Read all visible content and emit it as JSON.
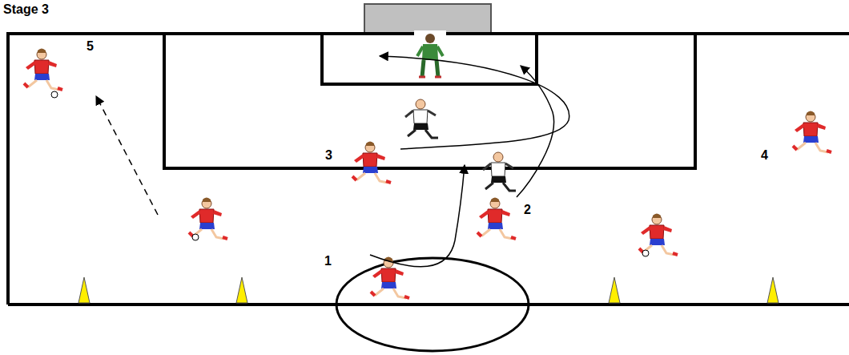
{
  "diagram": {
    "title": "Stage 3",
    "labels": [
      "5",
      "3",
      "4",
      "2",
      "1"
    ]
  }
}
